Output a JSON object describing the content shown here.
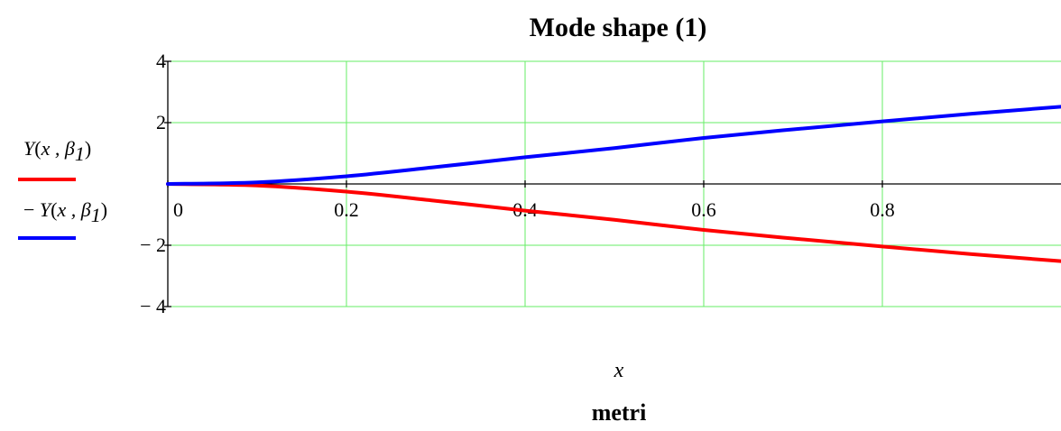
{
  "chart_data": {
    "type": "line",
    "title": "Mode shape (1)",
    "xlabel": "x",
    "xunit": "metri",
    "xlim": [
      0,
      1
    ],
    "ylim": [
      -4,
      4
    ],
    "grid": true,
    "x_ticks": [
      0,
      0.2,
      0.4,
      0.6,
      0.8
    ],
    "x_tick_labels": [
      "0",
      "0.2",
      "0.4",
      "0.6",
      "0.8"
    ],
    "y_ticks": [
      4,
      2,
      -2,
      -4
    ],
    "y_tick_labels": [
      "4",
      "2",
      "− 2",
      "− 4"
    ],
    "x": [
      0,
      0.1,
      0.2,
      0.3,
      0.4,
      0.5,
      0.6,
      0.7,
      0.8,
      0.9,
      1.0
    ],
    "series": [
      {
        "name": "Y(x, β1)",
        "name_parts": {
          "prefix": "",
          "func": "Y",
          "args": "x , β",
          "sub": "1"
        },
        "color": "#ff0000",
        "values": [
          0,
          -0.05,
          -0.25,
          -0.55,
          -0.87,
          -1.17,
          -1.5,
          -1.78,
          -2.04,
          -2.29,
          -2.52
        ]
      },
      {
        "name": "− Y(x, β1)",
        "name_parts": {
          "prefix": "− ",
          "func": "Y",
          "args": "x , β",
          "sub": "1"
        },
        "color": "#0000ff",
        "values": [
          0,
          0.05,
          0.25,
          0.55,
          0.87,
          1.17,
          1.5,
          1.78,
          2.04,
          2.29,
          2.52
        ]
      }
    ],
    "gridColor": "#66ee66",
    "axisColor": "#000000"
  }
}
